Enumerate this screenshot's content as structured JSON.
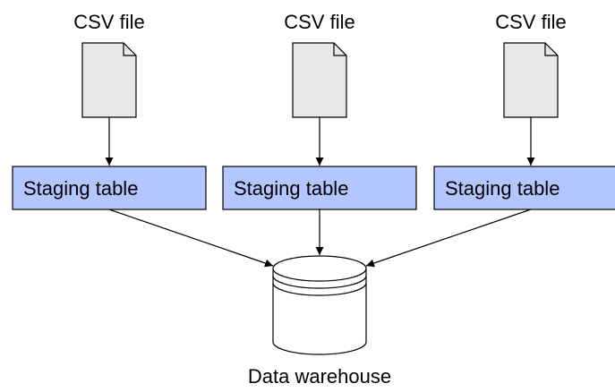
{
  "diagram": {
    "sources": [
      {
        "file_label": "CSV file",
        "table_label": "Staging table"
      },
      {
        "file_label": "CSV file",
        "table_label": "Staging table"
      },
      {
        "file_label": "CSV file",
        "table_label": "Staging table"
      }
    ],
    "target": {
      "label": "Data warehouse"
    },
    "colors": {
      "file_fill": "#e8e8e8",
      "table_fill": "#b3c6ff",
      "stroke": "#000000",
      "background": "#ffffff"
    },
    "icons": [
      "document-icon",
      "database-icon"
    ]
  }
}
